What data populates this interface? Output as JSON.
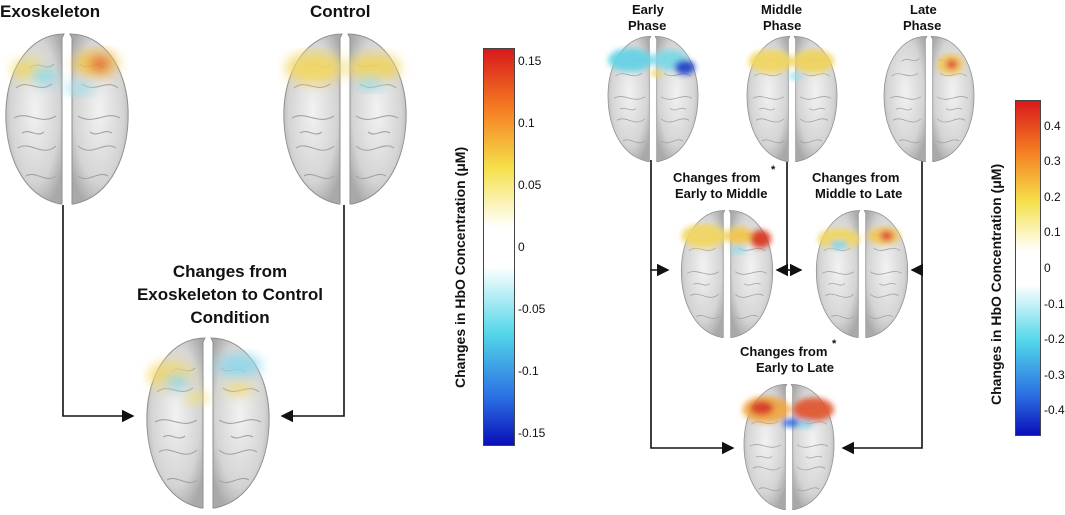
{
  "left_panel": {
    "label_exo": "Exoskeleton",
    "label_control": "Control",
    "change_line1": "Changes from",
    "change_line2": "Exoskeleton to Control",
    "change_line3": "Condition",
    "colorbar": {
      "title": "Changes in HbO Concentration (μM)",
      "ticks": [
        "0.15",
        "0.1",
        "0.05",
        "0",
        "-0.05",
        "-0.1",
        "-0.15"
      ],
      "range": [
        -0.16,
        0.16
      ]
    }
  },
  "right_panel": {
    "early_line1": "Early",
    "early_line2": "Phase",
    "middle_line1": "Middle",
    "middle_line2": "Phase",
    "late_line1": "Late",
    "late_line2": "Phase",
    "e2m_line1": "Changes from",
    "e2m_line2": "Early to Middle",
    "m2l_line1": "Changes from",
    "m2l_line2": "Middle to Late",
    "e2l_line1": "Changes from",
    "e2l_line2": "Early to Late",
    "star": "*",
    "colorbar": {
      "title": "Changes in HbO Concentration (μM)",
      "ticks": [
        "0.4",
        "0.3",
        "0.2",
        "0.1",
        "0",
        "-0.1",
        "-0.2",
        "-0.3",
        "-0.4"
      ],
      "range": [
        -0.47,
        0.47
      ]
    }
  },
  "colors": {
    "arrow": "#111111",
    "brain_fill": "#d9d9d9",
    "brain_stroke": "#9a9a9a"
  }
}
